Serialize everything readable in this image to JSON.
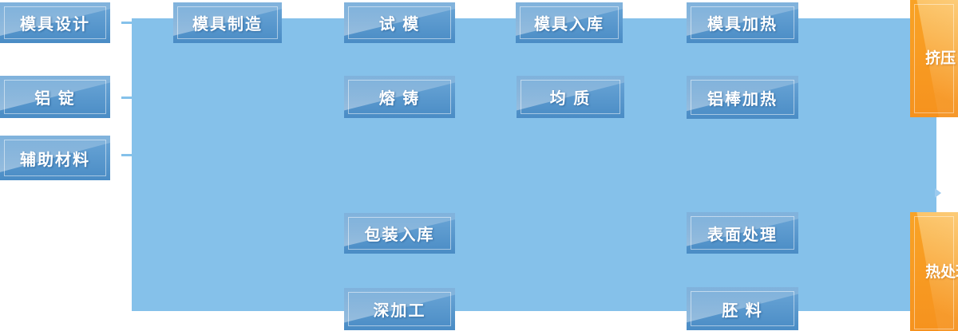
{
  "diagram": {
    "type": "process-flowchart",
    "language": "zh-CN",
    "colors": {
      "panel_blue": "#85C1EA",
      "tick_blue": "#9CCBEF",
      "node_blue_top": "#6BA6D7",
      "node_blue_bottom": "#4A8CC5",
      "node_border": "rgba(255,255,255,0.5)",
      "orange_top": "#F9A326",
      "orange_bottom": "#F6921E",
      "orange_border": "rgba(255,255,255,0.45)",
      "label_text": "#FFFFFF"
    },
    "nodes": {
      "mold_design": "模具设计",
      "aluminum_ingot": "铝 锭",
      "auxiliary_materials": "辅助材料",
      "mold_manufacturing": "模具制造",
      "trial_mold": "试 模",
      "mold_storage": "模具入库",
      "mold_heating": "模具加热",
      "melting_casting": "熔 铸",
      "homogenization": "均 质",
      "rod_heating": "铝棒加热",
      "packaging_storage": "包装入库",
      "surface_treatment": "表面处理",
      "deep_processing": "深加工",
      "blank_material": "胚 料",
      "extrusion": "挤压",
      "heat_treatment": "热处理"
    }
  }
}
